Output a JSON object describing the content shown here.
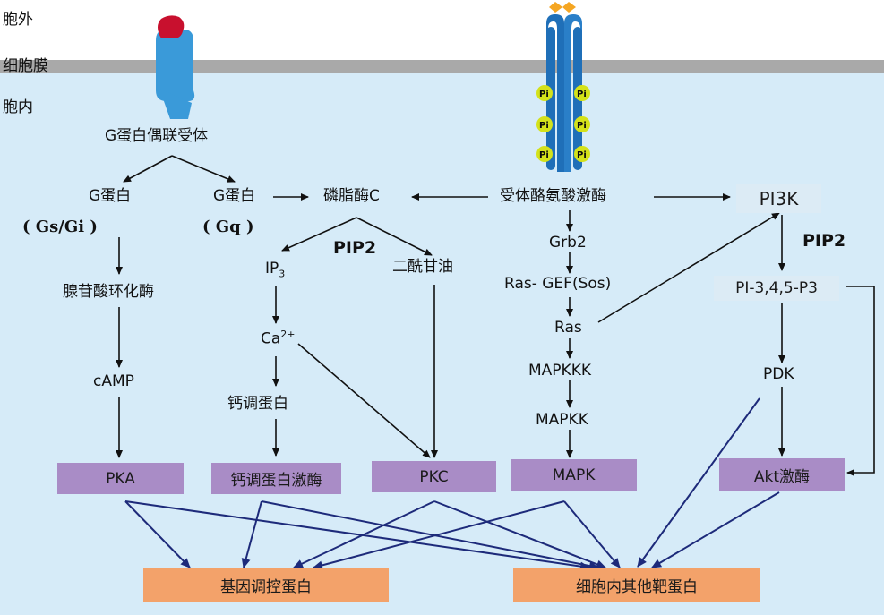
{
  "regions": {
    "extracellular": "胞外",
    "membrane": "细胞膜",
    "intracellular": "胞内"
  },
  "receptor_gpcr": "G蛋白偶联受体",
  "g_protein_left": "G蛋白",
  "gs_gi": "( Gs/Gi )",
  "g_protein_right": "G蛋白",
  "gq": "( Gq )",
  "plc": "磷脂酶C",
  "rtk": "受体酪氨酸激酶",
  "pi3k": "PI3K",
  "pip2_left": "PIP2",
  "pip2_right": "PIP2",
  "ip3_base": "IP",
  "ip3_sub": "3",
  "dag": "二酰甘油",
  "adenylyl_cyclase": "腺苷酸环化酶",
  "camp": "cAMP",
  "ca_base": "Ca",
  "ca_sup": "2+",
  "calmodulin": "钙调蛋白",
  "grb2": "Grb2",
  "ras_gef": "Ras- GEF(Sos)",
  "ras": "Ras",
  "mapkkk": "MAPKKK",
  "mapkk": "MAPKK",
  "pip3": "PI-3,4,5-P3",
  "pdk": "PDK",
  "phospho_label": "Pi",
  "kinases": {
    "pka": "PKA",
    "camk": "钙调蛋白激酶",
    "pkc": "PKC",
    "mapk": "MAPK",
    "akt": "Akt激酶"
  },
  "targets": {
    "gene_regulation": "基因调控蛋白",
    "other_targets": "细胞内其他靶蛋白"
  },
  "colors": {
    "cytoplasm": "#d6ebf8",
    "membrane": "#a9a9a9",
    "kinase_box": "#a98cc6",
    "target_box": "#f3a26a",
    "navy_arrow": "#1d2a7a",
    "gpcr_receptor": "#3a9ad9",
    "ligand": "#c8102e",
    "rtk_receptor": "#1f6fb8",
    "rtk_ligand": "#f5a623"
  }
}
